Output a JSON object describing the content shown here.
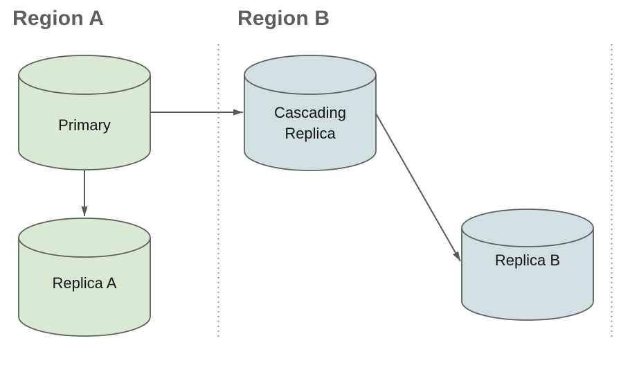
{
  "diagram": {
    "regions": [
      {
        "label": "Region A"
      },
      {
        "label": "Region B"
      }
    ],
    "nodes": [
      {
        "id": "primary",
        "label": "Primary",
        "region": "Region A",
        "shape": "database-cylinder",
        "fill": "#d9ead3"
      },
      {
        "id": "replica-a",
        "label": "Replica A",
        "region": "Region A",
        "shape": "database-cylinder",
        "fill": "#d9ead3"
      },
      {
        "id": "cascading-replica",
        "label": "Cascading Replica",
        "label_lines": [
          "Cascading",
          "Replica"
        ],
        "region": "Region B",
        "shape": "database-cylinder",
        "fill": "#d0e0e3"
      },
      {
        "id": "replica-b",
        "label": "Replica B",
        "region": "Region B",
        "shape": "database-cylinder",
        "fill": "#d0e0e3"
      }
    ],
    "edges": [
      {
        "from": "Primary",
        "to": "Cascading Replica",
        "style": "solid-arrow"
      },
      {
        "from": "Primary",
        "to": "Replica A",
        "style": "solid-arrow"
      },
      {
        "from": "Cascading Replica",
        "to": "Replica B",
        "style": "solid-arrow"
      }
    ],
    "colors": {
      "green_fill": "#d9ead3",
      "blue_fill": "#d0e0e3",
      "shape_stroke": "#5c5c5c",
      "arrow": "#595959",
      "region_label_text": "#5e5e5e",
      "node_label_text": "#141414",
      "divider": "#7a7a7a",
      "background": "#ffffff"
    }
  }
}
